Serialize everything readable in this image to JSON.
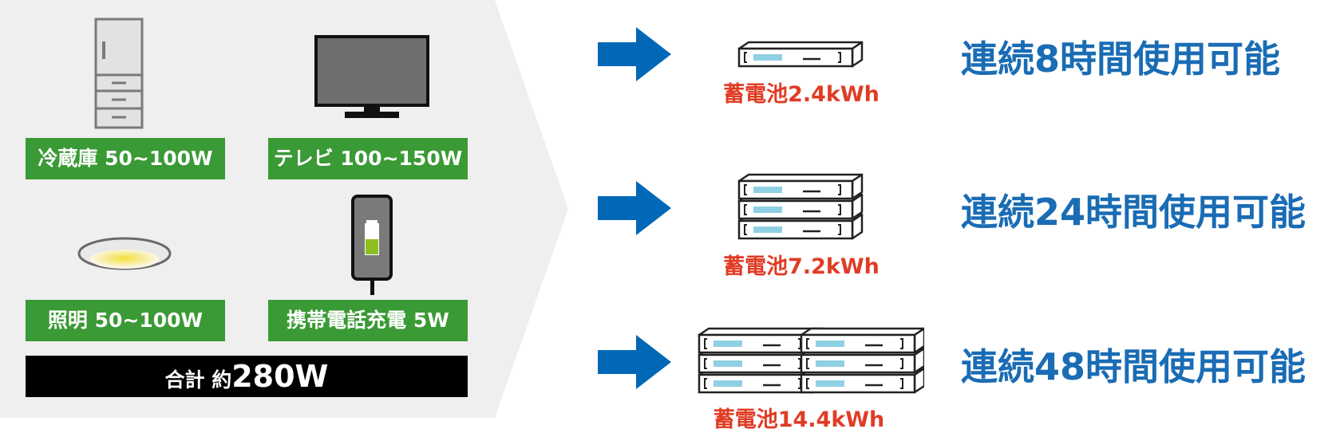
{
  "appliances": [
    {
      "label": "冷蔵庫 50~100W",
      "icon": "refrigerator-icon"
    },
    {
      "label": "テレビ 100~150W",
      "icon": "television-icon"
    },
    {
      "label": "照明 50~100W",
      "icon": "ceiling-light-icon"
    },
    {
      "label": "携帯電話充電 5W",
      "icon": "smartphone-charging-icon"
    }
  ],
  "total": {
    "prefix": "合計 約",
    "value": "280W"
  },
  "batteries": [
    {
      "capacity": "蓄電池2.4kWh",
      "duration": "連続8時間使用可能"
    },
    {
      "capacity": "蓄電池7.2kWh",
      "duration": "連続24時間使用可能"
    },
    {
      "capacity": "蓄電池14.4kWh",
      "duration": "連続48時間使用可能"
    }
  ],
  "colors": {
    "panel": "#efefef",
    "appliance_label": "#3a9a35",
    "total_bar": "#000000",
    "arrow": "#0068b7",
    "capacity_text": "#e03c25",
    "duration_text": "#1a6cb4"
  }
}
